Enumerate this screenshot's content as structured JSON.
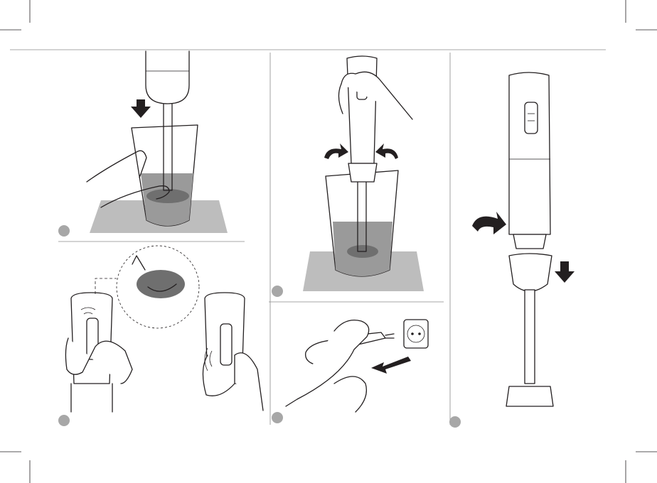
{
  "colors": {
    "ink": "#231f20",
    "mat_gray": "#bdbdbd",
    "liquid_gray": "#9a9a9a",
    "step_badge_gray": "#a7a7a7",
    "rule_gray": "#8a8a8a"
  },
  "steps": [
    {
      "panel": "insert-blender-into-beaker",
      "badge": "blank"
    },
    {
      "panel": "press-speed-buttons",
      "badge": "blank"
    },
    {
      "panel": "blend-with-rotation",
      "badge": "blank"
    },
    {
      "panel": "unplug-from-socket",
      "badge": "blank"
    },
    {
      "panel": "detach-blending-shaft",
      "badge": "blank"
    }
  ],
  "icons": [
    "down-arrow-icon",
    "rotate-arrow-icon",
    "pull-arrow-icon",
    "wall-socket-icon",
    "plug-icon",
    "hand-icon",
    "vibration-icon"
  ]
}
